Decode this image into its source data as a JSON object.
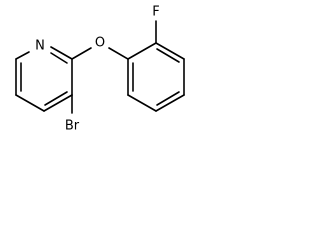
{
  "molecule": {
    "atoms": {
      "nitrogen": "N",
      "oxygen": "O",
      "bromine": "Br",
      "fluorine": "F"
    },
    "colors": {
      "bond": "#000000",
      "label": "#000000",
      "background": "#ffffff"
    }
  }
}
